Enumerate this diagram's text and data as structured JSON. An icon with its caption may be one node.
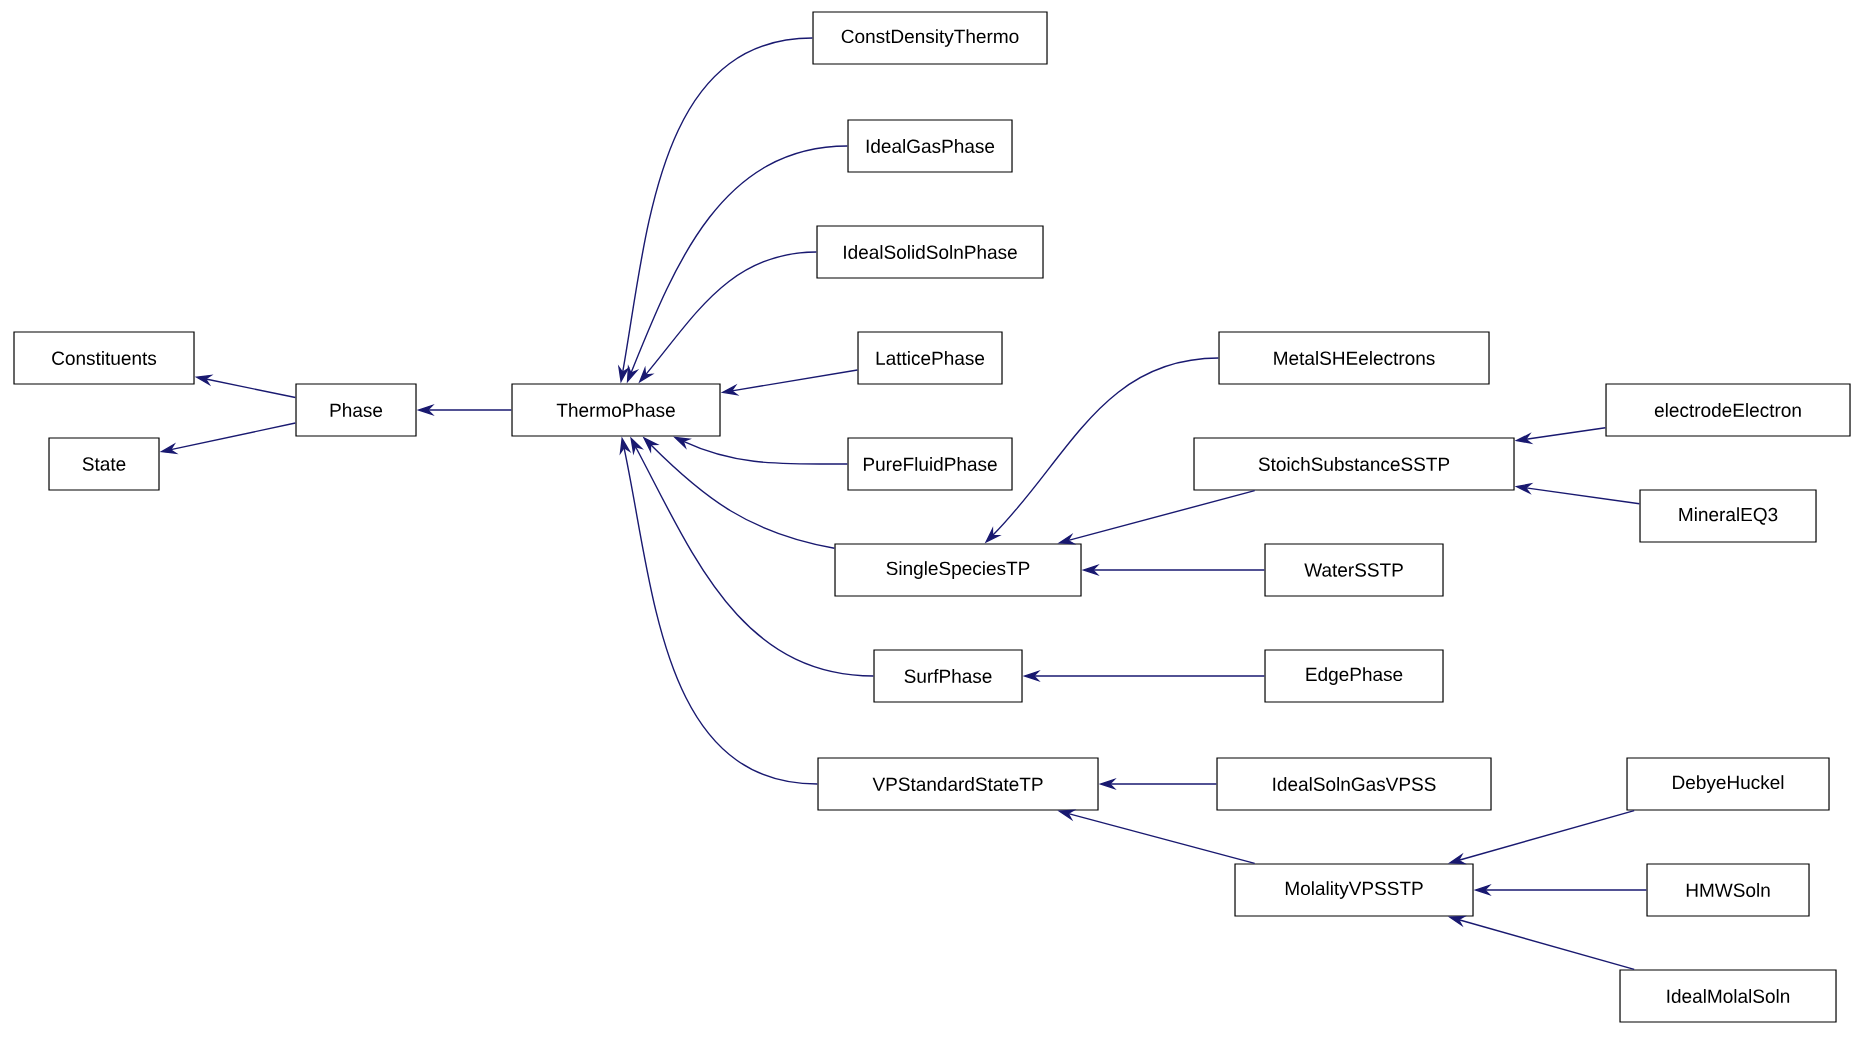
{
  "diagram": {
    "nodes": [
      {
        "text": [
          "Constituents"
        ]
      },
      {
        "text": [
          "State"
        ]
      },
      {
        "text": [
          "Phase"
        ]
      },
      {
        "text": [
          "ThermoPhase"
        ]
      },
      {
        "text": [
          "ConstDensityThermo"
        ]
      },
      {
        "text": [
          "IdealGasPhase"
        ]
      },
      {
        "text": [
          "IdealSolidSolnPhase"
        ]
      },
      {
        "text": [
          "LatticePhase"
        ]
      },
      {
        "text": [
          "PureFluidPhase"
        ]
      },
      {
        "text": [
          "SingleSpeciesTP"
        ]
      },
      {
        "text": [
          "SurfPhase"
        ]
      },
      {
        "text": [
          "VPStandardStateTP"
        ]
      },
      {
        "text": [
          "MetalSHEelectrons"
        ]
      },
      {
        "text": [
          "StoichSubstanceSSTP"
        ]
      },
      {
        "text": [
          "WaterSSTP"
        ]
      },
      {
        "text": [
          "EdgePhase"
        ]
      },
      {
        "text": [
          "IdealSolnGasVPSS"
        ]
      },
      {
        "text": [
          "MolalityVPSSTP"
        ]
      },
      {
        "text": [
          "electrodeElectron"
        ]
      },
      {
        "text": [
          "MineralEQ3"
        ]
      },
      {
        "text": [
          "DebyeHuckel"
        ]
      },
      {
        "text": [
          "HMWSoln"
        ]
      },
      {
        "text": [
          "IdealMolalSoln"
        ]
      }
    ],
    "edges": [
      {
        "from": 2,
        "to": 0,
        "arrow": "to"
      },
      {
        "from": 2,
        "to": 1,
        "arrow": "to"
      },
      {
        "from": 3,
        "to": 2,
        "arrow": "to"
      },
      {
        "from": 4,
        "to": 3,
        "arrow": "to"
      },
      {
        "from": 5,
        "to": 3,
        "arrow": "to"
      },
      {
        "from": 6,
        "to": 3,
        "arrow": "to"
      },
      {
        "from": 7,
        "to": 3,
        "arrow": "to"
      },
      {
        "from": 8,
        "to": 3,
        "arrow": "to"
      },
      {
        "from": 9,
        "to": 3,
        "arrow": "to"
      },
      {
        "from": 10,
        "to": 3,
        "arrow": "to"
      },
      {
        "from": 11,
        "to": 3,
        "arrow": "to"
      },
      {
        "from": 12,
        "to": 9,
        "arrow": "to"
      },
      {
        "from": 13,
        "to": 9,
        "arrow": "to"
      },
      {
        "from": 14,
        "to": 9,
        "arrow": "to"
      },
      {
        "from": 15,
        "to": 10,
        "arrow": "to"
      },
      {
        "from": 16,
        "to": 11,
        "arrow": "to"
      },
      {
        "from": 17,
        "to": 11,
        "arrow": "to"
      },
      {
        "from": 18,
        "to": 13,
        "arrow": "to"
      },
      {
        "from": 19,
        "to": 13,
        "arrow": "to"
      },
      {
        "from": 20,
        "to": 17,
        "arrow": "to"
      },
      {
        "from": 21,
        "to": 17,
        "arrow": "to"
      },
      {
        "from": 22,
        "to": 17,
        "arrow": "to"
      }
    ]
  }
}
